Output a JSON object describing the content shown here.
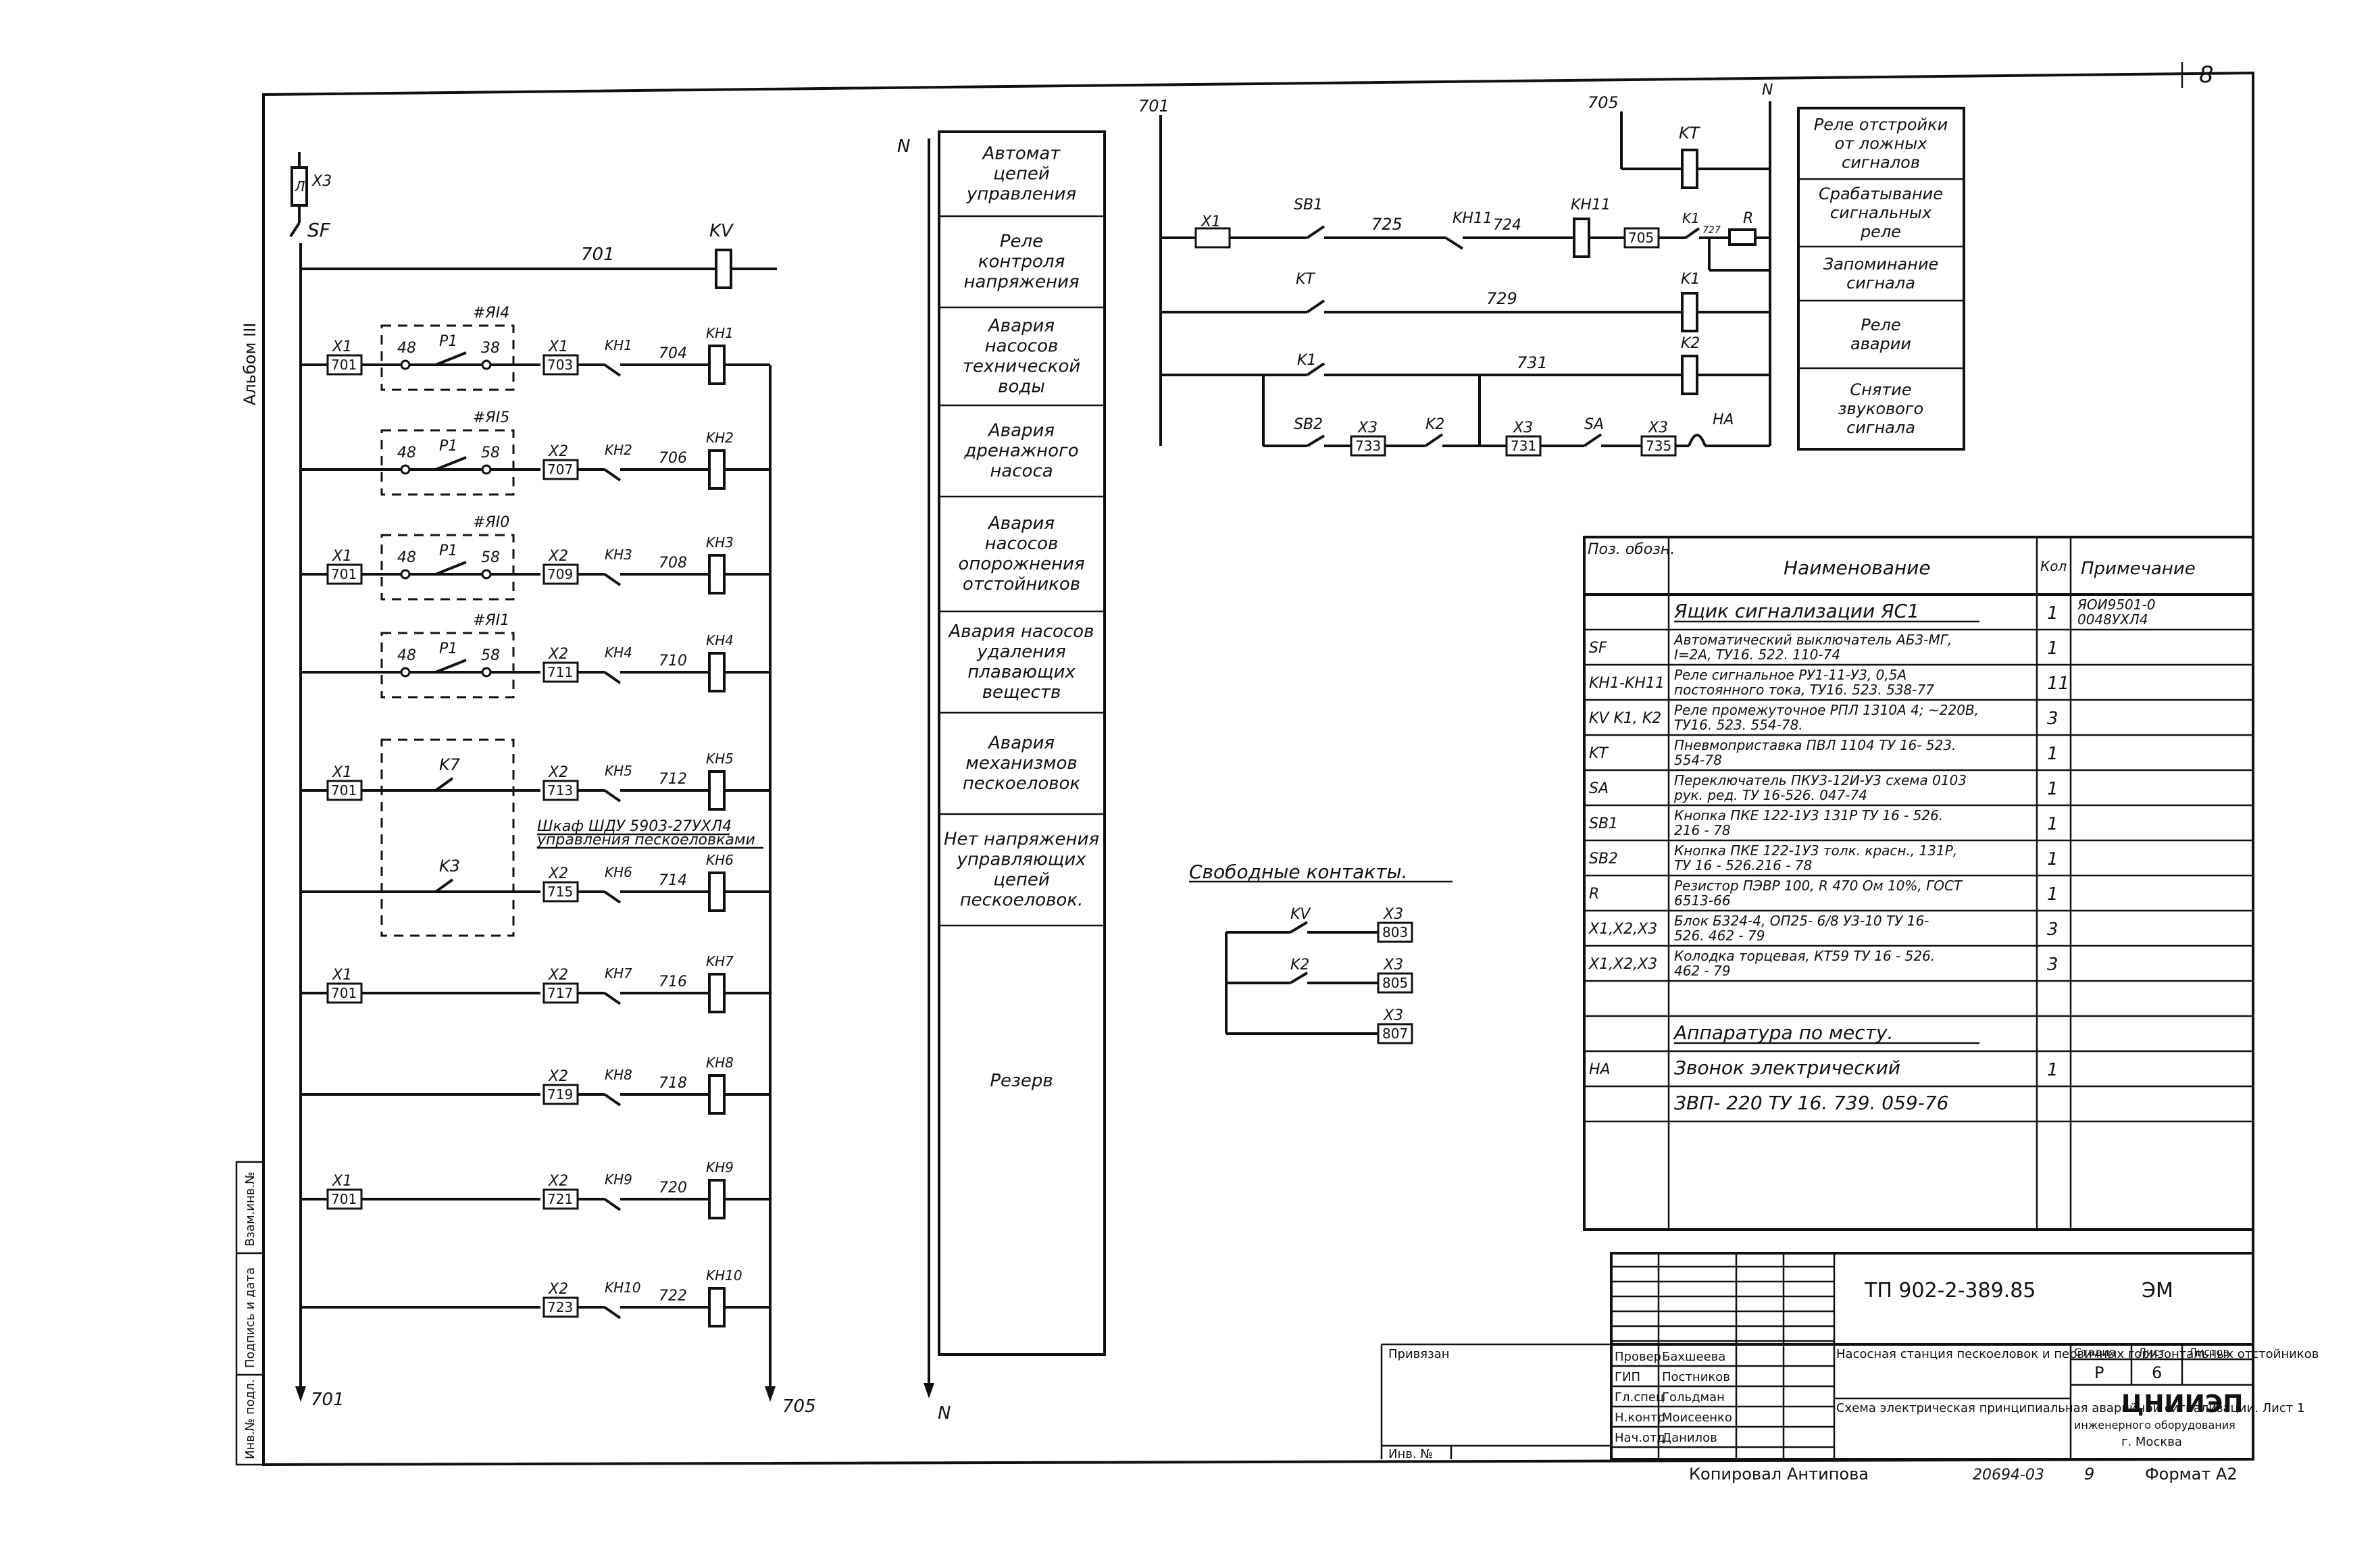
{
  "sheet_number": "8",
  "album": "Альбом III",
  "side_stamp": [
    "Инв.№ подл.",
    "Подпись и дата",
    "Взам.инв.№"
  ],
  "left_circuit": {
    "fuse": "Л",
    "fuse_term": "X3",
    "breaker": "SF",
    "bus_top": "701",
    "kv_wire": "701",
    "kv": "KV",
    "bottom_left": "701",
    "bottom_right": "705",
    "rows": [
      {
        "term": "X1",
        "num": "701",
        "box": "ЯI4",
        "p1": "48",
        "p2": "P1",
        "p3": "38",
        "t2": "X1",
        "n2": "703",
        "kn": "KH1",
        "wire": "704",
        "relay": "KH1"
      },
      {
        "term": "",
        "num": "",
        "box": "ЯI5",
        "p1": "48",
        "p2": "P1",
        "p3": "58",
        "t2": "X2",
        "n2": "707",
        "kn": "KH2",
        "wire": "706",
        "relay": "KH2"
      },
      {
        "term": "X1",
        "num": "701",
        "box": "ЯI0",
        "p1": "48",
        "p2": "P1",
        "p3": "58",
        "t2": "X2",
        "n2": "709",
        "kn": "KH3",
        "wire": "708",
        "relay": "KH3"
      },
      {
        "term": "",
        "num": "",
        "box": "ЯI1",
        "p1": "48",
        "p2": "P1",
        "p3": "58",
        "t2": "X2",
        "n2": "711",
        "kn": "KH4",
        "wire": "710",
        "relay": "KH4"
      },
      {
        "term": "X1",
        "num": "701",
        "box": "",
        "p1": "",
        "p2": "K7",
        "p3": "",
        "t2": "X2",
        "n2": "713",
        "kn": "KH5",
        "wire": "712",
        "relay": "KH5"
      },
      {
        "term": "",
        "num": "",
        "box": "",
        "p1": "",
        "p2": "K3",
        "p3": "",
        "t2": "X2",
        "n2": "715",
        "kn": "KH6",
        "wire": "714",
        "relay": "KH6"
      },
      {
        "term": "X1",
        "num": "701",
        "box": "",
        "p1": "",
        "p2": "",
        "p3": "",
        "t2": "X2",
        "n2": "717",
        "kn": "KH7",
        "wire": "716",
        "relay": "KH7"
      },
      {
        "term": "",
        "num": "",
        "box": "",
        "p1": "",
        "p2": "",
        "p3": "",
        "t2": "X2",
        "n2": "719",
        "kn": "KH8",
        "wire": "718",
        "relay": "KH8"
      },
      {
        "term": "X1",
        "num": "701",
        "box": "",
        "p1": "",
        "p2": "",
        "p3": "",
        "t2": "X2",
        "n2": "721",
        "kn": "KH9",
        "wire": "720",
        "relay": "KH9"
      },
      {
        "term": "",
        "num": "",
        "box": "",
        "p1": "",
        "p2": "",
        "p3": "",
        "t2": "X2",
        "n2": "723",
        "kn": "KH10",
        "wire": "722",
        "relay": "KH10"
      }
    ],
    "cabinet_note": [
      "Шкаф ШДУ 5903-27УХЛ4",
      "управления пескоеловками"
    ]
  },
  "n_bus": "N",
  "legend_left": [
    "Автомат цепей управления",
    "Реле контроля напряжения",
    "Авария насосов технической воды",
    "Авария дренажного насоса",
    "Авария насосов опорожнения отстойников",
    "Авария насосов удаления плавающих веществ",
    "Авария механизмов пескоеловок",
    "Нет напряжения управляющих цепей пескоеловок.",
    "Резерв"
  ],
  "right_circuit": {
    "w701": "701",
    "w705": "705",
    "n": "N",
    "x1": "X1",
    "sb1": "SB1",
    "w725": "725",
    "kh11a": "KH11",
    "w724": "724",
    "kh11": "KH11",
    "t705": "705",
    "k1c": "K1",
    "k1n": "727",
    "r": "R",
    "kt": "KT",
    "ktc": "KT",
    "w729": "729",
    "k1": "K1",
    "k1b": "K1",
    "w731": "731",
    "k2": "K2",
    "sb2": "SB2",
    "x3a": "X3",
    "t733": "733",
    "k2b": "K2",
    "x3b": "X3",
    "t731": "731",
    "sa": "SA",
    "x3c": "X3",
    "t735": "735",
    "ha": "HA"
  },
  "legend_right": [
    "Реле отстройки от ложных сигналов",
    "Срабатывание сигнальных реле",
    "Запоминание сигнала",
    "Реле аварии",
    "Снятие звукового сигнала"
  ],
  "free_contacts": {
    "title": "Свободные контакты.",
    "items": [
      {
        "contact": "KV",
        "term": "X3",
        "num": "803"
      },
      {
        "contact": "K2",
        "term": "X3",
        "num": "805"
      },
      {
        "contact": "",
        "term": "X3",
        "num": "807"
      }
    ]
  },
  "spec": {
    "headers": [
      "Поз. обозн.",
      "Наименование",
      "Кол",
      "Примечание"
    ],
    "rows": [
      {
        "pos": "",
        "name": "Ящик сигнализации ЯС1",
        "qty": "1",
        "note": "ЯОИ9501-00048УХЛ4",
        "underline": true
      },
      {
        "pos": "SF",
        "name": "Автоматический выключатель АБ3-МГ, I=2А, ТУ16. 522. 110-74",
        "qty": "1",
        "note": ""
      },
      {
        "pos": "KH1-KH11",
        "name": "Реле сигнальное РУ1-11-У3, 0,5А постоянного тока, ТУ16. 523. 538-77",
        "qty": "11",
        "note": ""
      },
      {
        "pos": "KV K1, K2",
        "name": "Реле промежуточное РПЛ 1310А 4; ~220В, ТУ16. 523. 554-78.",
        "qty": "3",
        "note": ""
      },
      {
        "pos": "KT",
        "name": "Пневмоприставка ПВЛ 1104 ТУ 16- 523. 554-78",
        "qty": "1",
        "note": ""
      },
      {
        "pos": "SA",
        "name": "Переключатель ПКУ3-12И-У3 схема 0103 рук. ред. ТУ 16-526. 047-74",
        "qty": "1",
        "note": ""
      },
      {
        "pos": "SB1",
        "name": "Кнопка ПКЕ 122-1У3 131Р ТУ 16 - 526. 216 - 78",
        "qty": "1",
        "note": ""
      },
      {
        "pos": "SB2",
        "name": "Кнопка ПКЕ 122-1У3 толк. красн., 131Р, ТУ 16 - 526.216 - 78",
        "qty": "1",
        "note": ""
      },
      {
        "pos": "R",
        "name": "Резистор ПЭВР 100, R 470 Ом 10%, ГОСТ 6513-66",
        "qty": "1",
        "note": ""
      },
      {
        "pos": "X1,X2,X3",
        "name": "Блок Б324-4, ОП25- 6/8 У3-10 ТУ 16- 526. 462 - 79",
        "qty": "3",
        "note": ""
      },
      {
        "pos": "X1,X2,X3",
        "name": "Колодка торцевая, КТ59 ТУ 16 - 526. 462 - 79",
        "qty": "3",
        "note": ""
      },
      {
        "pos": "",
        "name": "",
        "qty": "",
        "note": ""
      },
      {
        "pos": "",
        "name": "Аппаратура по месту.",
        "qty": "",
        "note": "",
        "underline": true
      },
      {
        "pos": "HA",
        "name": "Звонок электрический",
        "qty": "1",
        "note": ""
      },
      {
        "pos": "",
        "name": "ЗВП- 220 ТУ 16. 739. 059-76",
        "qty": "",
        "note": ""
      }
    ]
  },
  "title_block": {
    "code": "ТП 902-2-389.85",
    "mark": "ЭМ",
    "project": "Насосная станция пескоеловок и первичных горизонтальных отстойников",
    "drawing": "Схема электрическая принципиальная аварийной сигнализации. Лист 1",
    "stage_h": "Стадия",
    "sheet_h": "Лист",
    "sheets_h": "Листов",
    "stage": "Р",
    "sheet": "6",
    "sheets": "",
    "org": "ЦНИИЭП",
    "org_sub": "инженерного оборудования",
    "city": "г. Москва",
    "privyazan": "Привязан",
    "inv": "Инв. №",
    "roles": [
      {
        "role": "Провер",
        "name": "Бахшеева"
      },
      {
        "role": "ГИП",
        "name": "Постников"
      },
      {
        "role": "Гл.спец",
        "name": "Гольдман"
      },
      {
        "role": "Н.контр",
        "name": "Моисеенко"
      },
      {
        "role": "Нач.отд",
        "name": "Данилов"
      }
    ],
    "copied_label": "Копировал",
    "copied_name": "Антипова",
    "doc_no": "20694-03",
    "page": "9",
    "format": "Формат А2"
  }
}
